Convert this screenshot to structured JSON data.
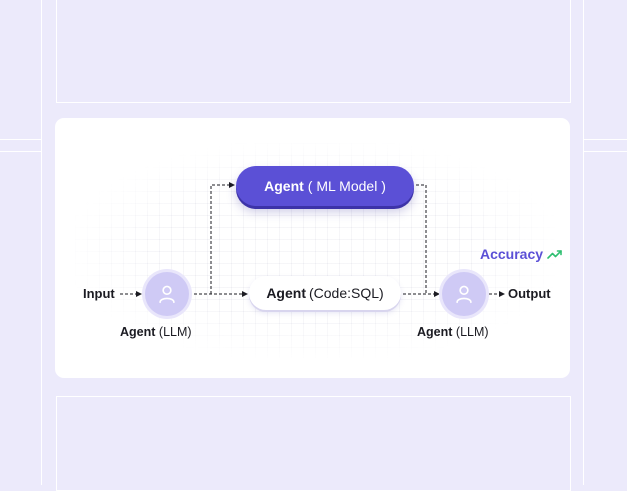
{
  "diagram": {
    "input_label": "Input",
    "output_label": "Output",
    "left_agent": {
      "bold": "Agent",
      "sub": "(LLM)"
    },
    "right_agent": {
      "bold": "Agent",
      "sub": "(LLM)"
    },
    "ml_agent": {
      "bold": "Agent",
      "sub": "( ML Model )"
    },
    "sql_agent": {
      "bold": "Agent",
      "sub": "(Code:SQL)"
    },
    "metric_label": "Accuracy"
  },
  "colors": {
    "background": "#eceafb",
    "accent": "#5b50d6",
    "avatar_fill": "#cfcaf5",
    "trend_green": "#2fbf71"
  },
  "icons": {
    "agent": "user-icon",
    "trend": "trending-up-icon"
  }
}
